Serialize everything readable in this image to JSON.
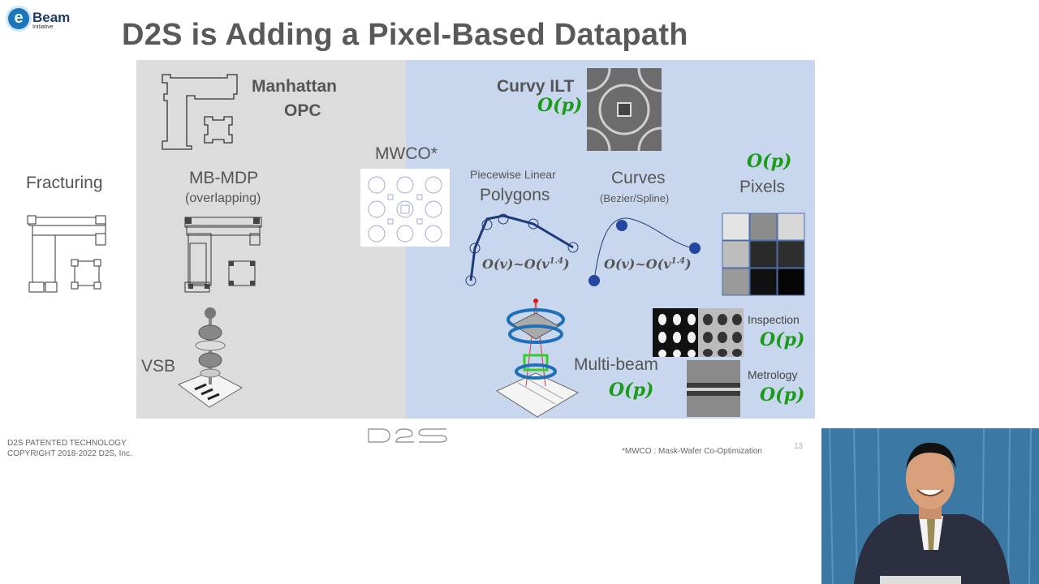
{
  "logo": {
    "letter": "e",
    "name": "Beam",
    "sub": "Initiative"
  },
  "slide": {
    "title": "D2S is Adding a Pixel-Based Datapath",
    "labels": {
      "fracturing": "Fracturing",
      "manhattan_line1": "Manhattan",
      "manhattan_line2": "OPC",
      "mbmdp": "MB-MDP",
      "overlapping": "(overlapping)",
      "vsb": "VSB",
      "mwco": "MWCO*",
      "curvy_ilt": "Curvy ILT",
      "piecewise": "Piecewise Linear",
      "polygons": "Polygons",
      "curves": "Curves",
      "bezier": "(Bezier/Spline)",
      "pixels": "Pixels",
      "multibeam": "Multi-beam",
      "inspection": "Inspection",
      "metrology": "Metrology"
    },
    "math": {
      "op": "O(p)",
      "polygons_complexity": "O(v)~O(v1.4)",
      "curves_complexity": "O(v)~O(v1.4)"
    },
    "pixel_grid": [
      "#e3e3e3",
      "#8c8c8c",
      "#d8d8d8",
      "#bdbdbd",
      "#2a2a2a",
      "#2e2e2e",
      "#9a9a9a",
      "#111111",
      "#050505"
    ],
    "footer": {
      "line1": "D2S PATENTED TECHNOLOGY",
      "line2": "COPYRIGHT 2018-2022 D2S, Inc.",
      "footnote": "*MWCO : Mask-Wafer Co-Optimization",
      "page": "13"
    },
    "colors": {
      "grey_panel": "#dcdcdc",
      "blue_panel": "#c9d7ee",
      "green": "#1a9b1a",
      "navy": "#1f3a7a"
    }
  }
}
